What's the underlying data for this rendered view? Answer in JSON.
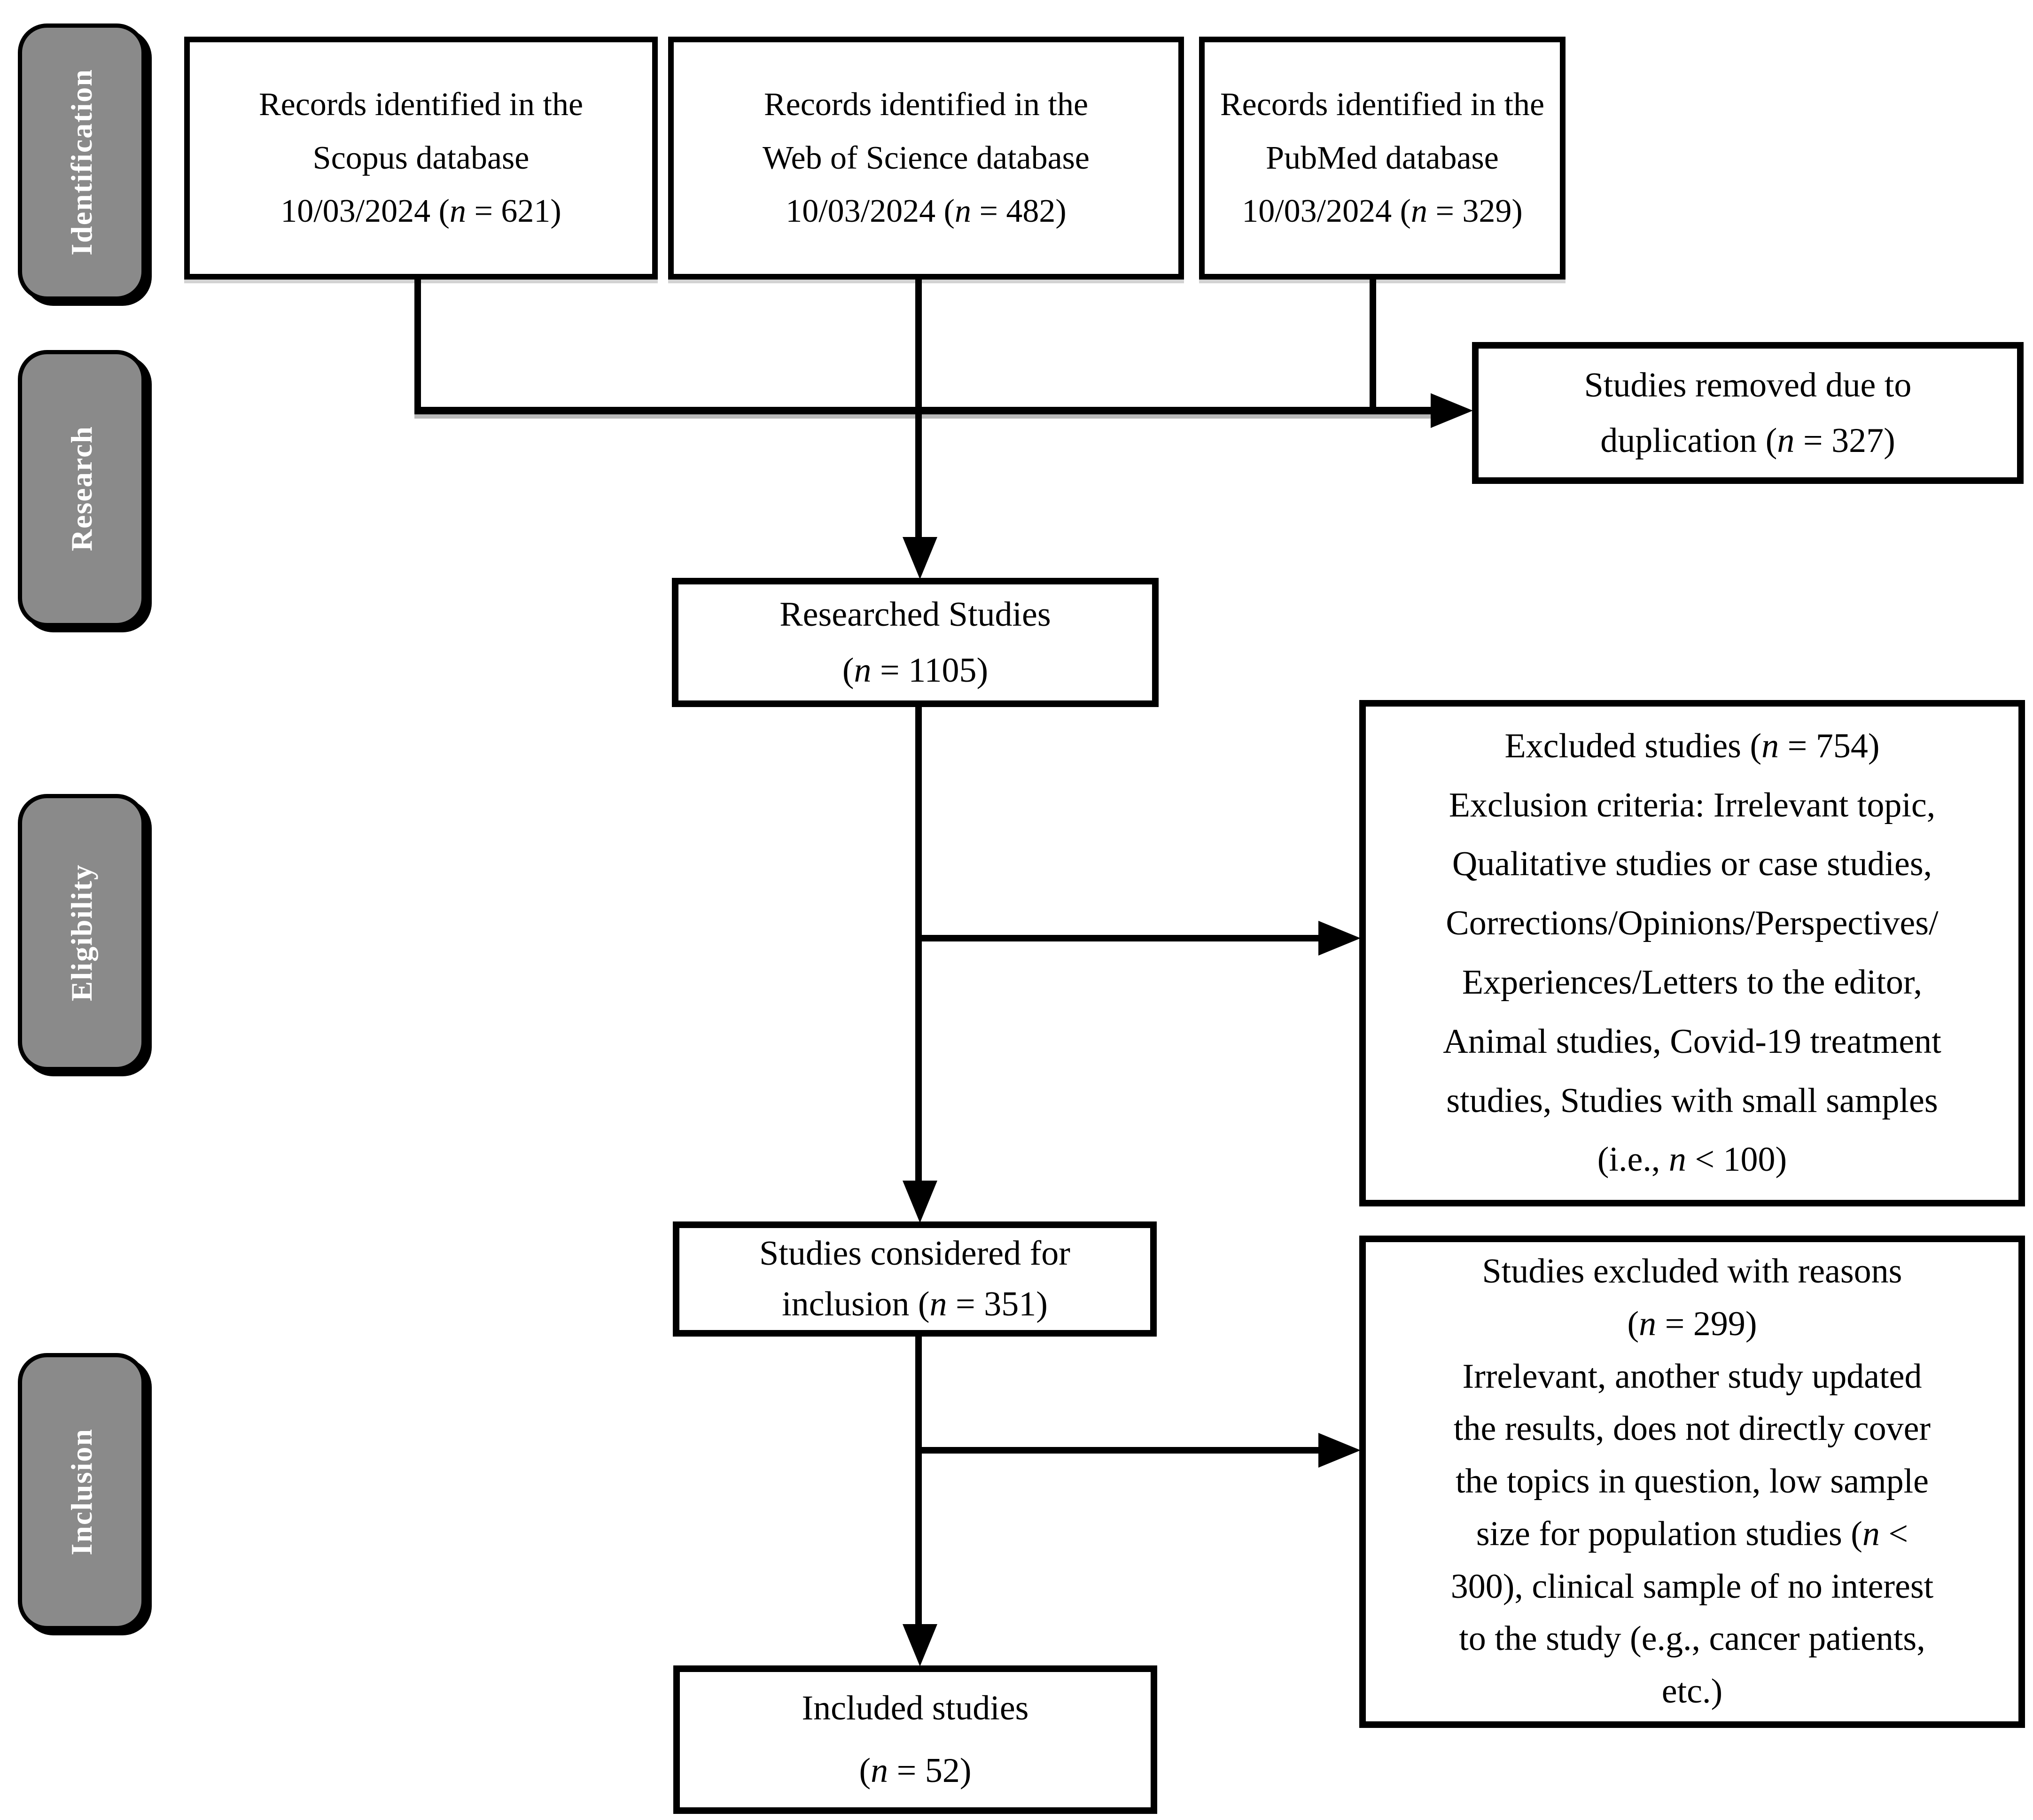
{
  "diagram_title": "PRISMA-style study selection flow diagram",
  "colors": {
    "stage_fill": "#8a8a8a",
    "stage_text": "#ffffff",
    "box_background": "#ffffff",
    "line_and_border": "#000000"
  },
  "stages": [
    {
      "label": "Identification"
    },
    {
      "label": "Research"
    },
    {
      "label": "Eligibility"
    },
    {
      "label": "Inclusion"
    }
  ],
  "boxes": {
    "scopus": {
      "lines": [
        "Records identified in the",
        "Scopus database",
        "10/03/2024  (n = 621)"
      ]
    },
    "web_of_science": {
      "lines": [
        "Records identified in the",
        "Web of Science database",
        "10/03/2024  (n = 482)"
      ]
    },
    "pubmed": {
      "lines": [
        "Records identified in the",
        "PubMed database",
        "10/03/2024  (n = 329)"
      ]
    },
    "duplication": {
      "lines": [
        "Studies removed due to",
        "duplication (n = 327)"
      ]
    },
    "researched": {
      "lines": [
        "Researched Studies",
        "(n = 1105)"
      ]
    },
    "excluded": {
      "lines": [
        "Excluded studies (n = 754)",
        "Exclusion criteria: Irrelevant topic,",
        "Qualitative studies or case studies,",
        "Corrections/Opinions/Perspectives/",
        "Experiences/Letters to the editor,",
        "Animal studies, Covid-19 treatment",
        "studies, Studies with small samples",
        "(i.e., n < 100)"
      ]
    },
    "considered": {
      "lines": [
        "Studies considered for",
        "inclusion (n = 351)"
      ]
    },
    "excluded_reasons": {
      "lines": [
        "Studies excluded with reasons",
        "(n = 299)",
        "Irrelevant, another study updated",
        "the results, does not directly cover",
        "the topics in question, low sample",
        "size for population studies (n <",
        "300), clinical sample of no interest",
        "to the study (e.g., cancer patients,",
        "etc.)"
      ]
    },
    "included": {
      "lines": [
        "Included studies",
        "(n = 52)"
      ]
    }
  }
}
